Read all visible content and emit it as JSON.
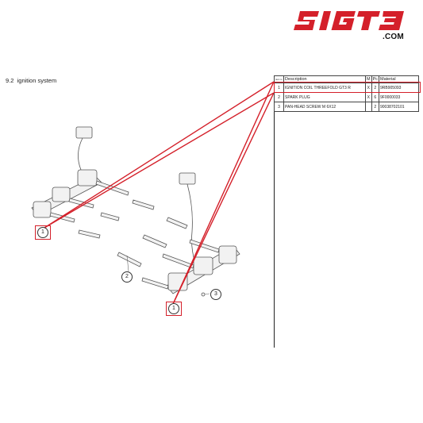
{
  "brand": {
    "logo_text": "SIGT3",
    "logo_suffix": ".COM",
    "accent_color": "#d4202a"
  },
  "section": {
    "number": "9.2",
    "title": "ignition system"
  },
  "table": {
    "headers": [
      "Item no.",
      "Description",
      "M",
      "Pc",
      "Material"
    ],
    "rows": [
      {
        "item": "1",
        "description": "IGNITION COIL THREEFOLD GT3 R",
        "m": "X",
        "pc": "2",
        "material": "9RB905093",
        "highlighted": true
      },
      {
        "item": "2",
        "description": "SPARK PLUG",
        "m": "X",
        "pc": "6",
        "material": "9F0000033",
        "highlighted": false
      },
      {
        "item": "3",
        "description": "PAN-HEAD SCREW M 6X12",
        "m": "",
        "pc": "2",
        "material": "90038702101",
        "highlighted": false
      }
    ]
  },
  "callouts": [
    {
      "label": "1",
      "highlighted": true
    },
    {
      "label": "1",
      "highlighted": true
    },
    {
      "label": "2",
      "highlighted": false
    },
    {
      "label": "3",
      "highlighted": false
    }
  ]
}
